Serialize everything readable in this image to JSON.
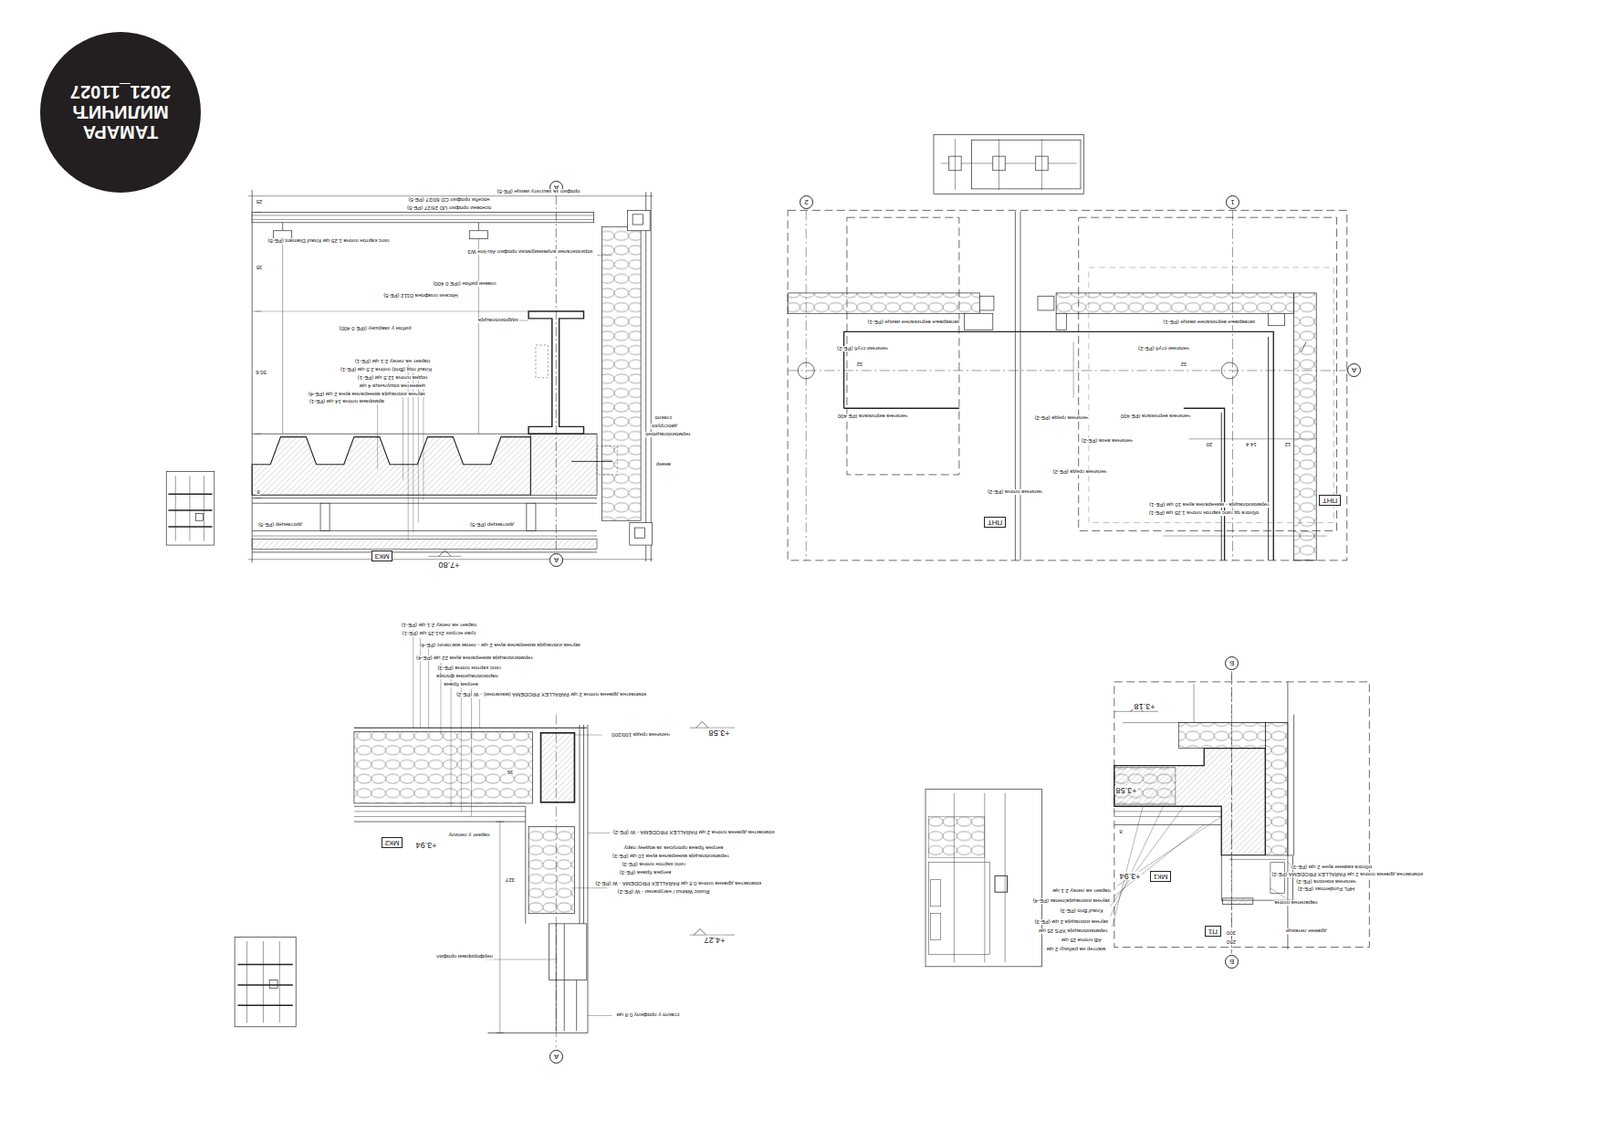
{
  "diagram": {
    "nodes": [
      {
        "text": [
          "ТАМАРА МИЛИЧИЋ",
          "2021_11027"
        ]
      },
      {
        "text": [
          "А"
        ]
      },
      {
        "text": [
          "А"
        ]
      },
      {
        "text": [
          "МК3"
        ]
      },
      {
        "text": [
          "2"
        ]
      },
      {
        "text": [
          "1"
        ]
      },
      {
        "text": [
          "А"
        ]
      },
      {
        "text": [
          "ПНТ"
        ]
      },
      {
        "text": [
          "ПНТ"
        ]
      },
      {
        "text": [
          "МК2"
        ]
      },
      {
        "text": [
          "А"
        ]
      },
      {
        "text": [
          "Б"
        ]
      },
      {
        "text": [
          "МК1"
        ]
      },
      {
        "text": [
          "П1"
        ]
      },
      {
        "text": [
          "Б"
        ]
      }
    ],
    "edges": [
      {
        "from": 1,
        "to": 2,
        "arrow": "none"
      },
      {
        "from": 11,
        "to": 14,
        "arrow": "none"
      }
    ],
    "labels": [
      "профил за заштиту ивице (РЕ-5)",
      "носећи профил CD 60/27 (РЕ-5)",
      "основни профил UD 28/27 (РЕ-5)",
      "хоризонтални алуминијумски профил Alu-line W3",
      "гипс картон плоча 1.25 цм Knauf Diamant (РЕ-5)",
      "главни рибон (IPE 0 400)",
      "Носачи плафона D112 (РЕ-5)",
      "хидроизолација",
      "рибон у завршну (IPE 0 400)",
      "паркет на лепку 2.1 цм (РЕ-1)",
      "Knauf под (Brio) плоча 2.5 цм (РЕ-1)",
      "подна плоча 12.5 цм (РЕ-1)",
      "цементна кошуљица 4 цм",
      "звучна изолација минерална вуна 2 цм (РЕ-4)",
      "армирана плоча 14 цм (РЕ-1)",
      "дистанцер (РЕ-5)",
      "дистанцер (РЕ-5)",
      "стакло",
      "двоструко",
      "термоизолационо",
      "анкер",
      "+7.80",
      "25",
      "35",
      "50.6",
      "8",
      "затварање вертикалне ивице (РЕ-1)",
      "затварање вертикалне ивице (РЕ-1)",
      "челични стуб (РЕ-2)",
      "челични стуб (РЕ-2)",
      "челична вертикала IPE 400",
      "челична вертикала IPE 400",
      "челична греда (РЕ-2)",
      "челична веза (РЕ-2)",
      "челична греда (РЕ-2)",
      "челична плоча (РЕ-2)",
      "термоизолација - минерална вуна 10 цм (РЕ-1)",
      "облога од гипс картон плоча 1.25 цм (РЕ-1)",
      "20",
      "14.4",
      "12",
      "32",
      "32",
      "паркет на лепку 2.1 цм (РЕ-1)",
      "суви естрих 2x1.25 цм (РЕ-1)",
      "звучна изолација минерална вуна 2 цм - лепак маглатис (РЕ-4)",
      "термоизолација минерална вуна 22 цм (РЕ-4)",
      "гипс картон плоча (РЕ-3)",
      "пароизолациона фолија",
      "ветрна брана",
      "компактна дрвена плоча 2 цм PARALLEX PRODEMA (махагони) - W (РЕ-2)",
      "челична греда 100/200",
      "+3.58",
      "компактна дрвена плоча 2 цм PARALLEX PRODEMA - W (РЕ-2)",
      "ветрна брана пропусна за водену пару",
      "термоизолација минерална вуна 10 цм (РЕ-3)",
      "гипс картон плоча (РЕ-3)",
      "ветрна брана (РЕ-3)",
      "компактна дрвена плоча 0.8 цм PARALLEX PRODEMA - W (РЕ-2)",
      "Rustic Walnut / натурални - W (РЕ-2)",
      "+3.94",
      "паркет у лепилу",
      "+4.27",
      "перфорирани профил",
      "стакло у профилу 0.8 цм",
      "327",
      "36",
      "+3.18",
      "+3.58",
      "+3.94",
      "паркет на лепку 2.1 цм",
      "звучна изолација/лепак (РЕ-4)",
      "Knauf Brio (РЕ-3)",
      "звучна изолација 2 цм (РЕ-3)",
      "термоизолација XPS 25 цм",
      "AB плоча 25 цм",
      "малтер на рабицу 2 цм",
      "облога камене вуне 2 цм (РЕ-3)",
      "компактна дрвена плоча 2 цм PARALLEX PRODEMA (РЕ-2)",
      "челична конзола (РЕ-2)",
      "HPL Fundermax (РЕ-2)",
      "парапетна плоча",
      "дрвене летвице",
      "300",
      "250",
      "8"
    ]
  }
}
